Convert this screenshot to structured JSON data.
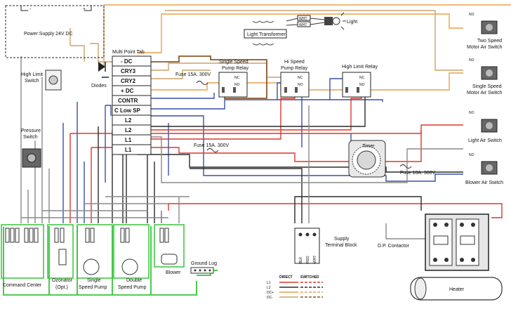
{
  "labels": {
    "power_supply": "Power Supply 24V DC",
    "ps_minus": "-",
    "ps_plus": "+",
    "multi_point_tab": "Multi Point Tab",
    "high_limit_switch": [
      "High  Limit",
      "Switch"
    ],
    "diodes": "Diodes",
    "pressure_switch": [
      "Pressure",
      "Switch"
    ],
    "light_transformer": "Light Transformer",
    "light": "Light",
    "wht": "WHT",
    "fuse_top": "Fuse 15A. 300V",
    "fuse_mid": "Fuse 15A. 300V",
    "fuse_right": "Fuse 10A. 300V",
    "single_speed_pump_relay": [
      "Single Speed",
      "Pump Relay"
    ],
    "hi_speed_pump_relay": [
      "Hi Speed",
      "Pump Relay"
    ],
    "high_limit_relay": "High Limit Relay",
    "timer": "Timer",
    "nc": "NC",
    "no": "NO",
    "two_speed_motor_air_switch": [
      "Two Speed",
      "Motor Air Switch"
    ],
    "single_speed_motor_air_switch": [
      "Single Speed",
      "Motor Air Switch"
    ],
    "light_air_switch": "Light Air Switch",
    "blower_air_switch": "Blower Air Switch",
    "command_center": "Command Center",
    "ozonator": [
      "Ozonator",
      "(Opt.)"
    ],
    "single_speed_pump": [
      "Single",
      "Speed Pump"
    ],
    "double_speed_pump": [
      "Double",
      "Speed Pump"
    ],
    "blower": "Blower",
    "ground_lug": "Ground Lug",
    "supply_terminal_block": [
      "Supply",
      "Terminal Block"
    ],
    "dp_contactor": "D.P. Contactor",
    "heater": "Heater",
    "terminal_letters": [
      "BLK",
      "RED",
      "WHT"
    ]
  },
  "multi_point_tab_rows": [
    "- DC",
    "CRY3",
    "CRY2",
    "+ DC",
    "CONTR",
    "C Low SP",
    "L2",
    "L2",
    "L1",
    "L1"
  ],
  "legend": {
    "headers": [
      "DIRECT",
      "SWITCHED"
    ],
    "rows": [
      "L1",
      "L2",
      "DC+",
      "DC-"
    ]
  },
  "colors": {
    "l1_red": "#d9382c",
    "l2_black": "#2b2b2b",
    "dc_plus_orange": "#e8a04a",
    "dc_minus_tan": "#c8a46a",
    "control_blue": "#3a4fa8",
    "ground_green": "#37c43a",
    "neutral_gray": "#8a8a8a",
    "brown": "#8b5a2b"
  }
}
